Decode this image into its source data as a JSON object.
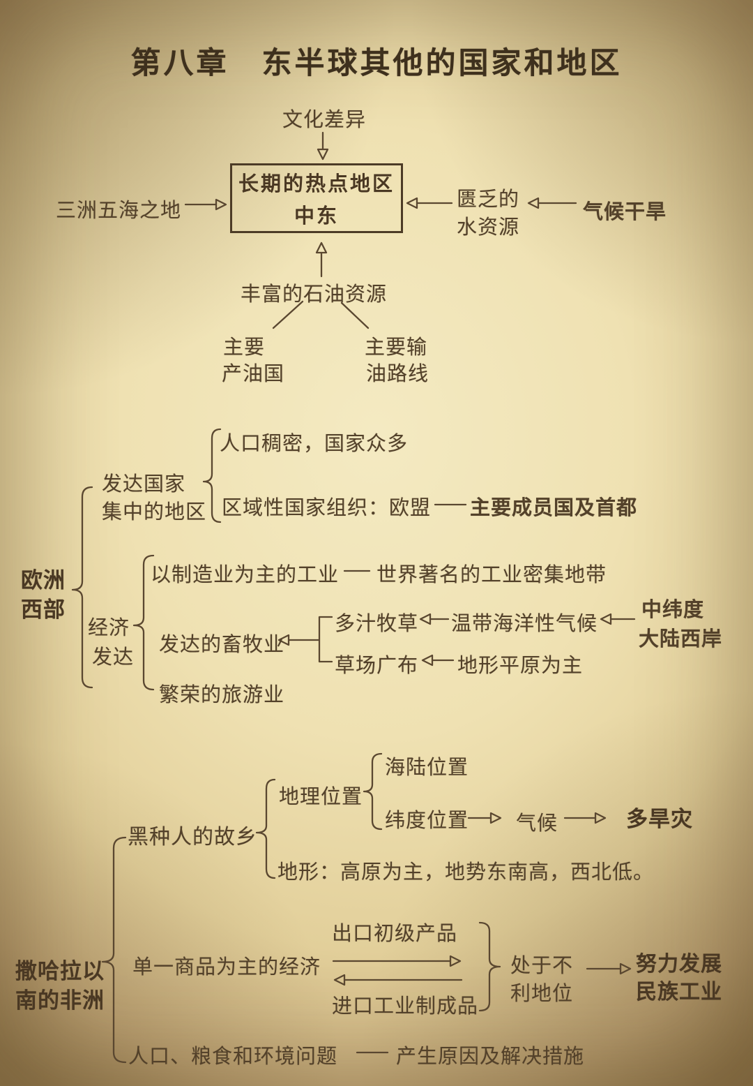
{
  "title": "第八章　东半球其他的国家和地区",
  "colors": {
    "paper_center": "#f4eac2",
    "paper_edge": "#ab9162",
    "ink": "#53412a",
    "title_ink": "#3e301d"
  },
  "middle_east": {
    "culture_difference": "文化差异",
    "hotspot_box": {
      "line1": "长期的热点地区",
      "line2": "中东"
    },
    "three_continents_five_seas": "三洲五海之地",
    "scarce_water": {
      "line1": "匮乏的",
      "line2": "水资源"
    },
    "arid_climate": "气候干旱",
    "rich_oil": "丰富的石油资源",
    "oil_producers": {
      "line1": "主要",
      "line2": "产油国"
    },
    "oil_routes": {
      "line1": "主要输",
      "line2": "油路线"
    }
  },
  "western_europe": {
    "region": {
      "line1": "欧洲",
      "line2": "西部"
    },
    "developed_area": {
      "line1": "发达国家",
      "line2": "集中的地区"
    },
    "dense_population": "人口稠密，国家众多",
    "regional_org": "区域性国家组织：欧盟",
    "org_members": "主要成员国及首都",
    "developed_economy": {
      "line1": "经济",
      "line2": "发达"
    },
    "manufacturing": "以制造业为主的工业",
    "industrial_zone": "世界著名的工业密集地带",
    "husbandry": "发达的畜牧业",
    "juicy_pasture": "多汁牧草",
    "maritime_climate": "温带海洋性气候",
    "west_coast": {
      "line1": "中纬度",
      "line2": "大陆西岸"
    },
    "grassland": "草场广布",
    "plain_terrain": "地形平原为主",
    "tourism": "繁荣的旅游业"
  },
  "sub_saharan_africa": {
    "region": {
      "line1": "撒哈拉以",
      "line2": "南的非洲"
    },
    "homeland": "黑种人的故乡",
    "geographic_position": "地理位置",
    "sea_land_position": "海陆位置",
    "latitude_position": "纬度位置",
    "climate": "气候",
    "droughts": "多旱灾",
    "terrain": "地形：高原为主，地势东南高，西北低。",
    "export_primary": "出口初级产品",
    "single_commodity_economy": "单一商品为主的经济",
    "import_manufactured": "进口工业制成品",
    "disadvantage": {
      "line1": "处于不",
      "line2": "利地位"
    },
    "develop_industry": {
      "line1": "努力发展",
      "line2": "民族工业"
    },
    "problems": "人口、粮食和环境问题",
    "solutions": "产生原因及解决措施"
  }
}
